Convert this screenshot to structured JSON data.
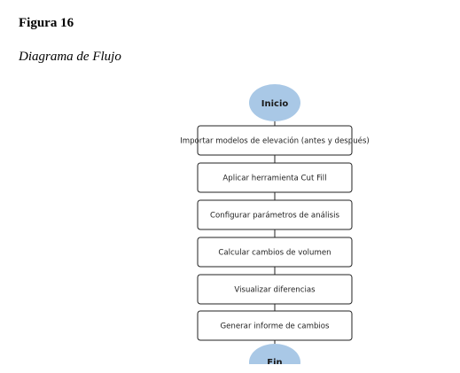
{
  "figure": {
    "number": "Figura 16",
    "title": "Diagrama de Flujo"
  },
  "diagram": {
    "start_label": "Inicio",
    "end_label": "Fin",
    "steps": [
      "Importar modelos de elevación (antes y después)",
      "Aplicar herramienta Cut Fill",
      "Configurar parámetros de análisis",
      "Calcular cambios de volumen",
      "Visualizar diferencias",
      "Generar informe de cambios"
    ],
    "colors": {
      "terminal_fill": "#a9c8e6",
      "box_stroke": "#222222",
      "connector": "#222222"
    }
  }
}
